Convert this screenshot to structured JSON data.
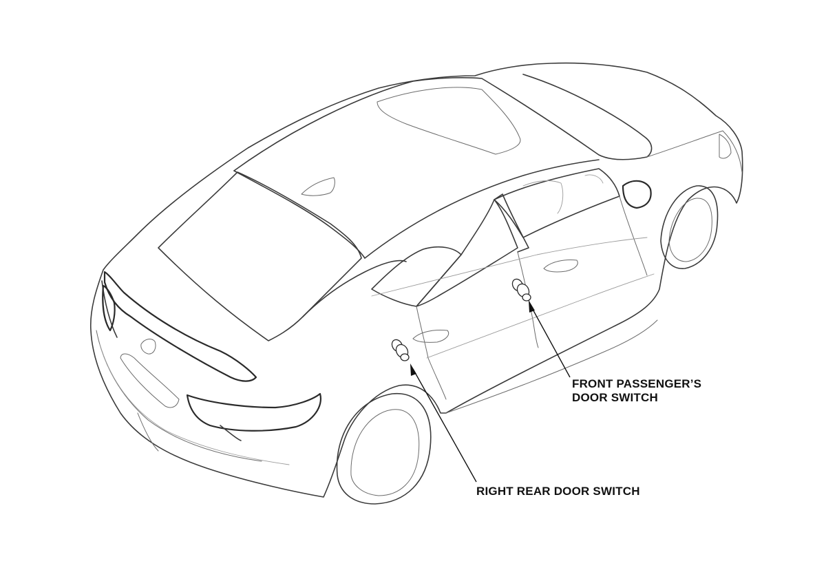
{
  "callouts": {
    "front_passenger_door_switch": {
      "line1": "FRONT PASSENGER’S",
      "line2": "DOOR SWITCH"
    },
    "right_rear_door_switch": {
      "line1": "RIGHT REAR DOOR SWITCH"
    }
  }
}
